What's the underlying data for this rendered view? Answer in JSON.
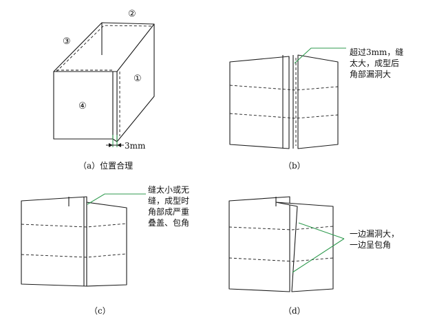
{
  "panel_a": {
    "caption": "（a）位置合理",
    "gap_label": "3mm",
    "faces": {
      "top_right": "②",
      "top_left": "③",
      "side": "①",
      "front": "④"
    }
  },
  "panel_b": {
    "caption": "（b）",
    "note": [
      "超过3mm，缝",
      "太大，成型后",
      "角部漏洞大"
    ]
  },
  "panel_c": {
    "caption": "（c）",
    "note": [
      "缝太小或无",
      "缝，成型时",
      "角部成严重",
      "叠盖、包角"
    ]
  },
  "panel_d": {
    "caption": "（d）",
    "note": [
      "一边漏洞大，",
      "一边呈包角"
    ]
  },
  "colors": {
    "leader": "#2e9a4e",
    "line": "#1a1a1a"
  }
}
